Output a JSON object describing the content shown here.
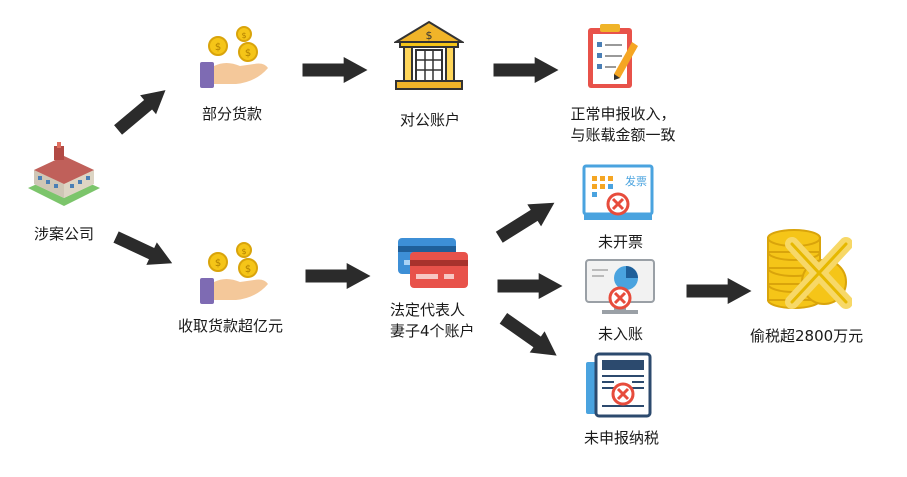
{
  "nodes": {
    "company": "涉案公司",
    "partial_payment": "部分货款",
    "public_account": "对公账户",
    "normal_declare_line1": "正常申报收入，",
    "normal_declare_line2": "与账载金额一致",
    "received_payment": "收取货款超亿元",
    "wife_accounts_line1": "法定代表人",
    "wife_accounts_line2": "妻子4个账户",
    "no_invoice": "未开票",
    "not_booked": "未入账",
    "not_declared": "未申报纳税",
    "tax_evasion": "偷税超2800万元"
  },
  "icons": {
    "invoice_text": "发票",
    "bank_symbol": "$"
  },
  "colors": {
    "arrow": "#2b2b2b",
    "coin": "#f5c518",
    "coin_dark": "#d9a40b",
    "hand": "#f4c89a",
    "sleeve": "#7e6bb3",
    "cross": "#e74c3c",
    "card_red": "#e8524a",
    "card_blue": "#3d8fd6",
    "screen_blue": "#4aa3df",
    "doc_blue": "#2c4a6e"
  }
}
